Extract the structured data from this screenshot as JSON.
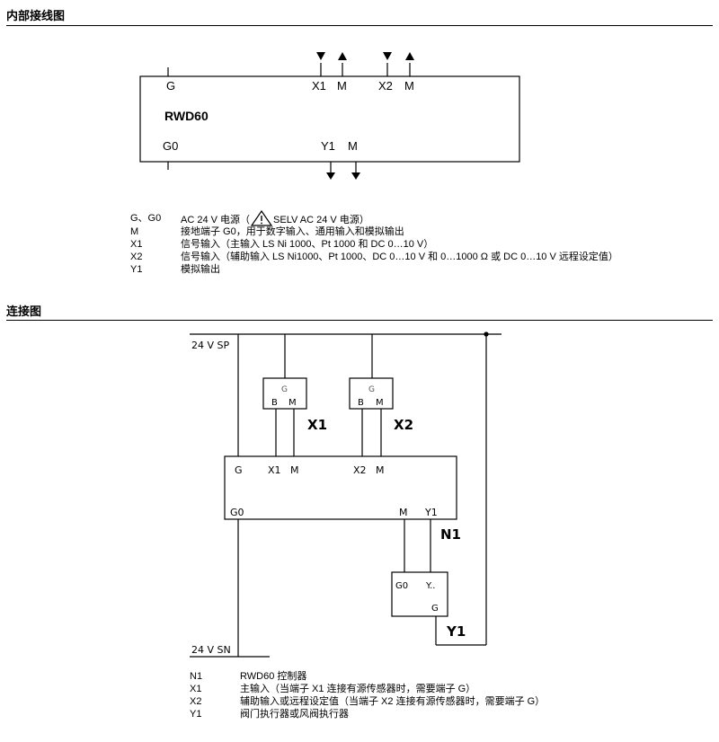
{
  "sections": {
    "internal_title": "内部接线图",
    "connection_title": "连接图"
  },
  "internal": {
    "device_name": "RWD60",
    "top_left": "G",
    "bottom_left": "G0",
    "top_terminals": [
      "X1",
      "M",
      "X2",
      "M"
    ],
    "bottom_terminals": [
      "Y1",
      "M"
    ]
  },
  "legend1": [
    {
      "key": "G、G0",
      "desc": "AC 24 V 电源（",
      "desc_after_icon": "SELV AC 24 V 电源）",
      "icon": "warning-triangle-icon"
    },
    {
      "key": "M",
      "desc": "接地端子 G0，用于数字输入、通用输入和模拟输出"
    },
    {
      "key": "X1",
      "desc": "信号输入（主输入 LS Ni 1000、Pt 1000 和 DC 0…10 V）"
    },
    {
      "key": "X2",
      "desc": "信号输入（辅助输入 LS Ni1000、Pt 1000、DC 0…10 V 和 0…1000 Ω 或 DC 0…10 V 远程设定值）"
    },
    {
      "key": "Y1",
      "desc": "模拟输出"
    }
  ],
  "connection": {
    "rail_top": "24 V SP",
    "rail_bottom": "24 V SN",
    "sensor_g": "G",
    "sensor_b": "B",
    "sensor_m": "M",
    "sensor1_name": "X1",
    "sensor2_name": "X2",
    "ctrl_g": "G",
    "ctrl_x1": "X1",
    "ctrl_m1": "M",
    "ctrl_x2": "X2",
    "ctrl_m2": "M",
    "ctrl_g0": "G0",
    "ctrl_m3": "M",
    "ctrl_y1": "Y1",
    "ctrl_name": "N1",
    "act_g0": "G0",
    "act_y": "Y..",
    "act_g": "G",
    "act_name": "Y1"
  },
  "legend2": [
    {
      "key": "N1",
      "desc": "RWD60 控制器"
    },
    {
      "key": "X1",
      "desc": "主输入（当端子 X1 连接有源传感器时，需要端子 G）"
    },
    {
      "key": "X2",
      "desc": "辅助输入或远程设定值（当端子 X2 连接有源传感器时，需要端子 G）"
    },
    {
      "key": "Y1",
      "desc": "阀门执行器或风阀执行器"
    }
  ]
}
